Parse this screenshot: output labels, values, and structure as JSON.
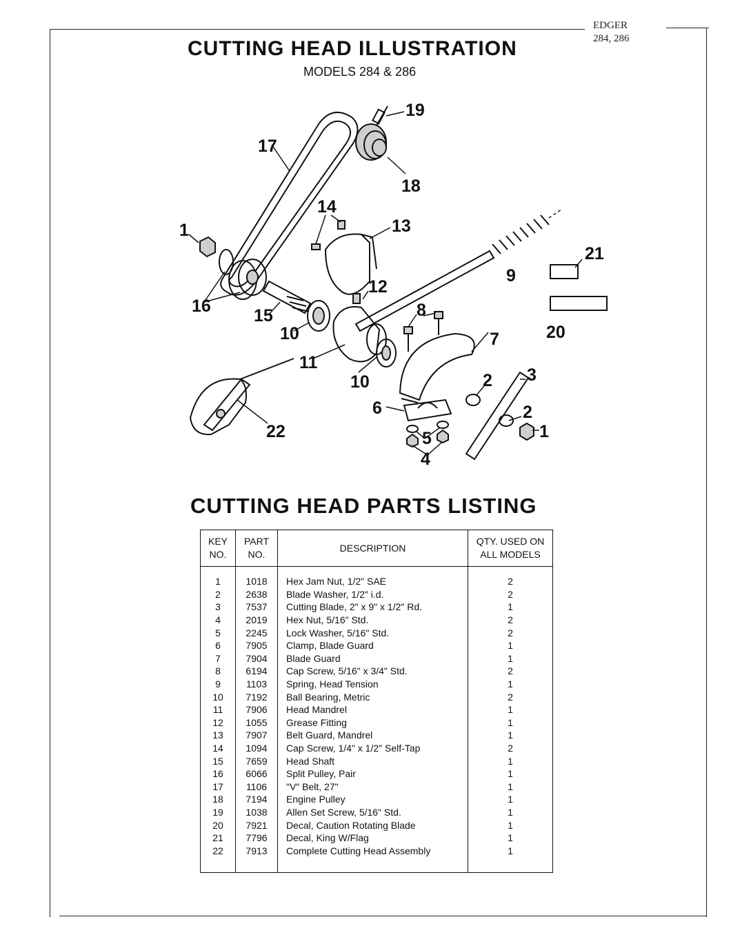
{
  "corner_label": {
    "line1": "EDGER",
    "line2": "284, 286"
  },
  "illustration": {
    "title": "CUTTING HEAD ILLUSTRATION",
    "subtitle": "MODELS 284 & 286",
    "callouts": [
      "1",
      "16",
      "15",
      "10",
      "17",
      "14",
      "13",
      "12",
      "11",
      "8",
      "19",
      "18",
      "9",
      "21",
      "20",
      "7",
      "10",
      "22",
      "6",
      "2",
      "3",
      "2",
      "1",
      "5",
      "4"
    ]
  },
  "listing": {
    "title": "CUTTING HEAD PARTS LISTING",
    "headers": {
      "key": [
        "KEY",
        "NO."
      ],
      "part": [
        "PART",
        "NO."
      ],
      "description": "DESCRIPTION",
      "qty": [
        "QTY. USED ON",
        "ALL MODELS"
      ]
    },
    "rows": [
      {
        "key": "1",
        "part": "1018",
        "description": "Hex Jam Nut, 1/2\" SAE",
        "qty": "2"
      },
      {
        "key": "2",
        "part": "2638",
        "description": "Blade Washer, 1/2\" i.d.",
        "qty": "2"
      },
      {
        "key": "3",
        "part": "7537",
        "description": "Cutting Blade, 2\" x 9\" x 1/2\" Rd.",
        "qty": "1"
      },
      {
        "key": "4",
        "part": "2019",
        "description": "Hex Nut, 5/16\" Std.",
        "qty": "2"
      },
      {
        "key": "5",
        "part": "2245",
        "description": "Lock Washer, 5/16\" Std.",
        "qty": "2"
      },
      {
        "key": "6",
        "part": "7905",
        "description": "Clamp, Blade Guard",
        "qty": "1"
      },
      {
        "key": "7",
        "part": "7904",
        "description": "Blade Guard",
        "qty": "1"
      },
      {
        "key": "8",
        "part": "6194",
        "description": "Cap Screw, 5/16\" x 3/4\" Std.",
        "qty": "2"
      },
      {
        "key": "9",
        "part": "1103",
        "description": "Spring, Head Tension",
        "qty": "1"
      },
      {
        "key": "10",
        "part": "7192",
        "description": "Ball Bearing, Metric",
        "qty": "2"
      },
      {
        "key": "11",
        "part": "7906",
        "description": "Head Mandrel",
        "qty": "1"
      },
      {
        "key": "12",
        "part": "1055",
        "description": "Grease Fitting",
        "qty": "1"
      },
      {
        "key": "13",
        "part": "7907",
        "description": "Belt Guard, Mandrel",
        "qty": "1"
      },
      {
        "key": "14",
        "part": "1094",
        "description": "Cap Screw, 1/4\" x 1/2\" Self-Tap",
        "qty": "2"
      },
      {
        "key": "15",
        "part": "7659",
        "description": "Head Shaft",
        "qty": "1"
      },
      {
        "key": "16",
        "part": "6066",
        "description": "Split Pulley, Pair",
        "qty": "1"
      },
      {
        "key": "17",
        "part": "1106",
        "description": "\"V\" Belt, 27\"",
        "qty": "1"
      },
      {
        "key": "18",
        "part": "7194",
        "description": "Engine Pulley",
        "qty": "1"
      },
      {
        "key": "19",
        "part": "1038",
        "description": "Allen Set Screw, 5/16\" Std.",
        "qty": "1"
      },
      {
        "key": "20",
        "part": "7921",
        "description": "Decal, Caution Rotating Blade",
        "qty": "1"
      },
      {
        "key": "21",
        "part": "7796",
        "description": "Decal, King W/Flag",
        "qty": "1"
      },
      {
        "key": "22",
        "part": "7913",
        "description": "Complete Cutting Head Assembly",
        "qty": "1"
      }
    ]
  }
}
